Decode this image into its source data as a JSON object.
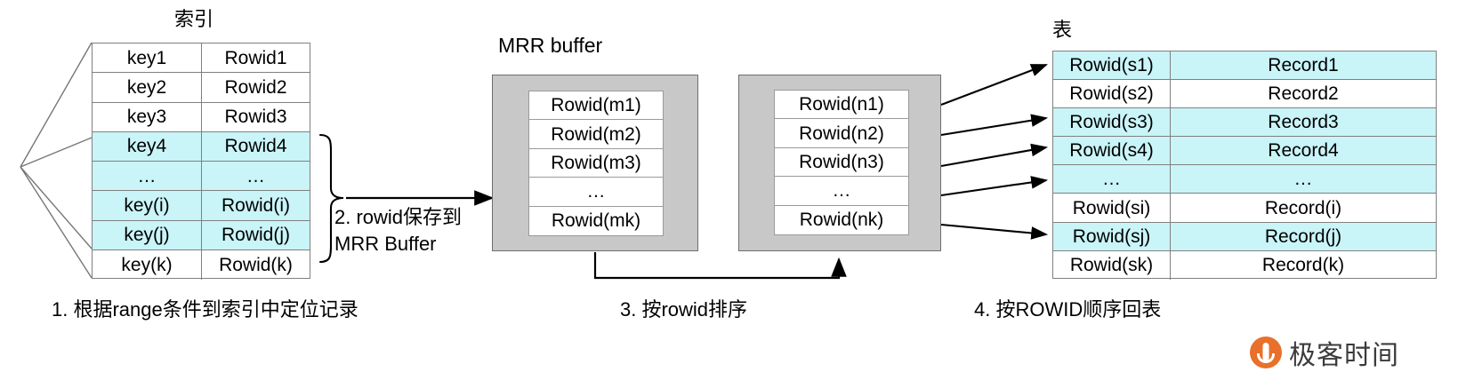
{
  "titles": {
    "index": "索引",
    "table": "表",
    "mrr_buffer": "MRR buffer"
  },
  "index_table": {
    "rows": [
      {
        "key": "key1",
        "rowid": "Rowid1",
        "highlight": false
      },
      {
        "key": "key2",
        "rowid": "Rowid2",
        "highlight": false
      },
      {
        "key": "key3",
        "rowid": "Rowid3",
        "highlight": false
      },
      {
        "key": "key4",
        "rowid": "Rowid4",
        "highlight": true
      },
      {
        "key": "…",
        "rowid": "…",
        "highlight": true
      },
      {
        "key": "key(i)",
        "rowid": "Rowid(i)",
        "highlight": true
      },
      {
        "key": "key(j)",
        "rowid": "Rowid(j)",
        "highlight": true
      },
      {
        "key": "key(k)",
        "rowid": "Rowid(k)",
        "highlight": false
      }
    ]
  },
  "mrr_buffer_1": {
    "rows": [
      "Rowid(m1)",
      "Rowid(m2)",
      "Rowid(m3)",
      "…",
      "Rowid(mk)"
    ]
  },
  "mrr_buffer_2": {
    "rows": [
      "Rowid(n1)",
      "Rowid(n2)",
      "Rowid(n3)",
      "…",
      "Rowid(nk)"
    ]
  },
  "record_table": {
    "rows": [
      {
        "rowid": "Rowid(s1)",
        "record": "Record1",
        "highlight": true
      },
      {
        "rowid": "Rowid(s2)",
        "record": "Record2",
        "highlight": false
      },
      {
        "rowid": "Rowid(s3)",
        "record": "Record3",
        "highlight": true
      },
      {
        "rowid": "Rowid(s4)",
        "record": "Record4",
        "highlight": true
      },
      {
        "rowid": "…",
        "record": "…",
        "highlight": true
      },
      {
        "rowid": "Rowid(si)",
        "record": "Record(i)",
        "highlight": false
      },
      {
        "rowid": "Rowid(sj)",
        "record": "Record(j)",
        "highlight": true
      },
      {
        "rowid": "Rowid(sk)",
        "record": "Record(k)",
        "highlight": false
      }
    ]
  },
  "steps": {
    "step1": "1. 根据range条件到索引中定位记录",
    "step2": "2. rowid保存到\nMRR Buffer",
    "step3": "3. 按rowid排序",
    "step4": "4. 按ROWID顺序回表"
  },
  "logo": {
    "text": "极客时间",
    "mark": "geek-time-logo-icon",
    "color": "#e8702a"
  },
  "colors": {
    "highlight": "#c9f4f8",
    "buffer_fill": "#c8c8c8",
    "border": "#808080",
    "line": "#3f3f3f",
    "arrow": "#000000"
  }
}
